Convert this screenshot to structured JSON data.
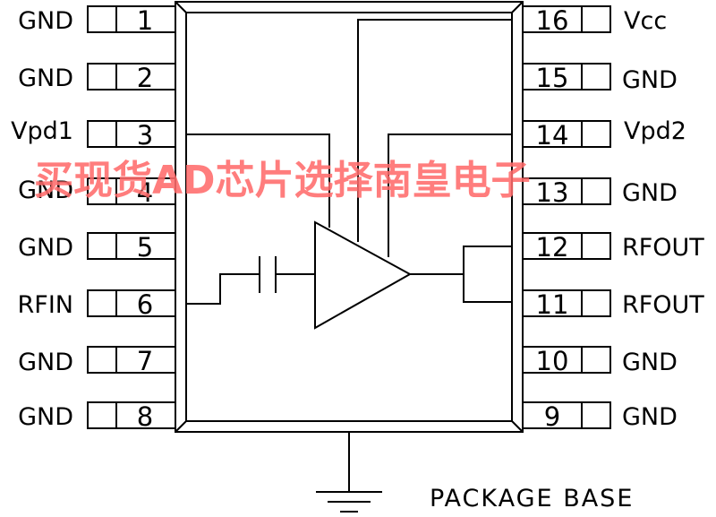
{
  "diagram": {
    "left_pins": [
      {
        "number": "1",
        "label": "GND"
      },
      {
        "number": "2",
        "label": "GND"
      },
      {
        "number": "3",
        "label": "Vpd1"
      },
      {
        "number": "4",
        "label": "GND"
      },
      {
        "number": "5",
        "label": "GND"
      },
      {
        "number": "6",
        "label": "RFIN"
      },
      {
        "number": "7",
        "label": "GND"
      },
      {
        "number": "8",
        "label": "GND"
      }
    ],
    "right_pins": [
      {
        "number": "16",
        "label": "Vcc"
      },
      {
        "number": "15",
        "label": "GND"
      },
      {
        "number": "14",
        "label": "Vpd2"
      },
      {
        "number": "13",
        "label": "GND"
      },
      {
        "number": "12",
        "label": "RFOUT"
      },
      {
        "number": "11",
        "label": "RFOUT"
      },
      {
        "number": "10",
        "label": "GND"
      },
      {
        "number": "9",
        "label": "GND"
      }
    ],
    "package_base_label": "PACKAGE BASE",
    "watermark": "买现货AD芯片选择南皇电子"
  }
}
